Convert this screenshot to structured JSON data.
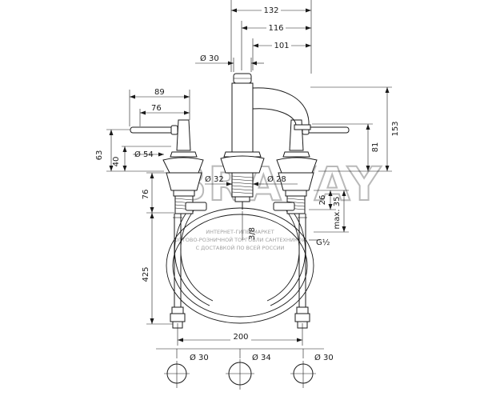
{
  "top_dims": {
    "d132": "132",
    "d116": "116",
    "d101": "101",
    "d30": "Ø 30"
  },
  "left_dims": {
    "d89": "89",
    "d76": "76",
    "d63": "63",
    "d40": "40",
    "d54": "Ø 54",
    "d76v": "76",
    "d425": "425"
  },
  "right_dims": {
    "d153": "153",
    "d81": "81",
    "d26": "26",
    "max35": "max. 35",
    "g12": "G½"
  },
  "center_dims": {
    "d32": "Ø 32",
    "d28": "Ø 28",
    "d38": "3/8",
    "d200": "200"
  },
  "bottom_dims": {
    "b30a": "Ø 30",
    "b34": "Ø 34",
    "b30b": "Ø 30"
  },
  "watermark": {
    "brand": "BRAVAY",
    "line1": "ИНТЕРНЕТ-ГИПЕРМАРКЕТ",
    "line2": "ОПТОВО-РОЗНИЧНОЙ ТОРГОВЛИ САНТЕХНИКОЙ",
    "line3": "С ДОСТАВКОЙ ПО ВСЕЙ РОССИИ"
  }
}
